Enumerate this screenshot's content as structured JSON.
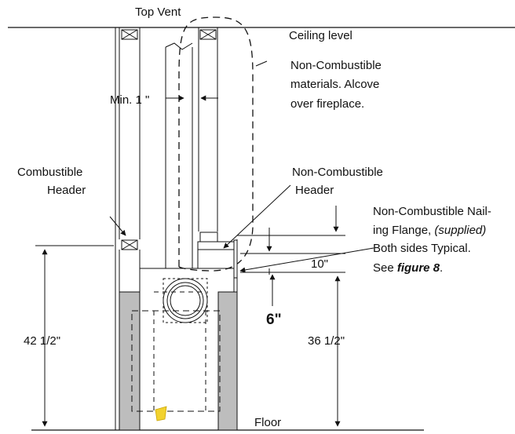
{
  "labels": {
    "top_vent": "Top Vent",
    "ceiling_level": "Ceiling level",
    "noncomb_materials": [
      "Non-Combustible",
      "materials. Alcove",
      "over fireplace."
    ],
    "min_clearance": "Min. 1  \"",
    "combustible_header": [
      "Combustible",
      "Header"
    ],
    "noncomb_header": [
      "Non-Combustible",
      "Header"
    ],
    "nailing_flange": {
      "line1": "Non-Combustible Nail-",
      "line2_plain": "ing Flange, ",
      "line2_italic": "(supplied)",
      "line3": "Both sides Typical.",
      "line4_prefix": "See ",
      "line4_bold": "figure 8",
      "line4_suffix": "."
    },
    "dim_10": "10\"",
    "dim_6": "6\"",
    "dim_42": "42 1/2\"",
    "dim_36": "36 1/2\"",
    "floor": "Floor"
  },
  "colors": {
    "line": "#111111",
    "insulation": "#bdbdbd",
    "accent": "#f2d22e"
  }
}
